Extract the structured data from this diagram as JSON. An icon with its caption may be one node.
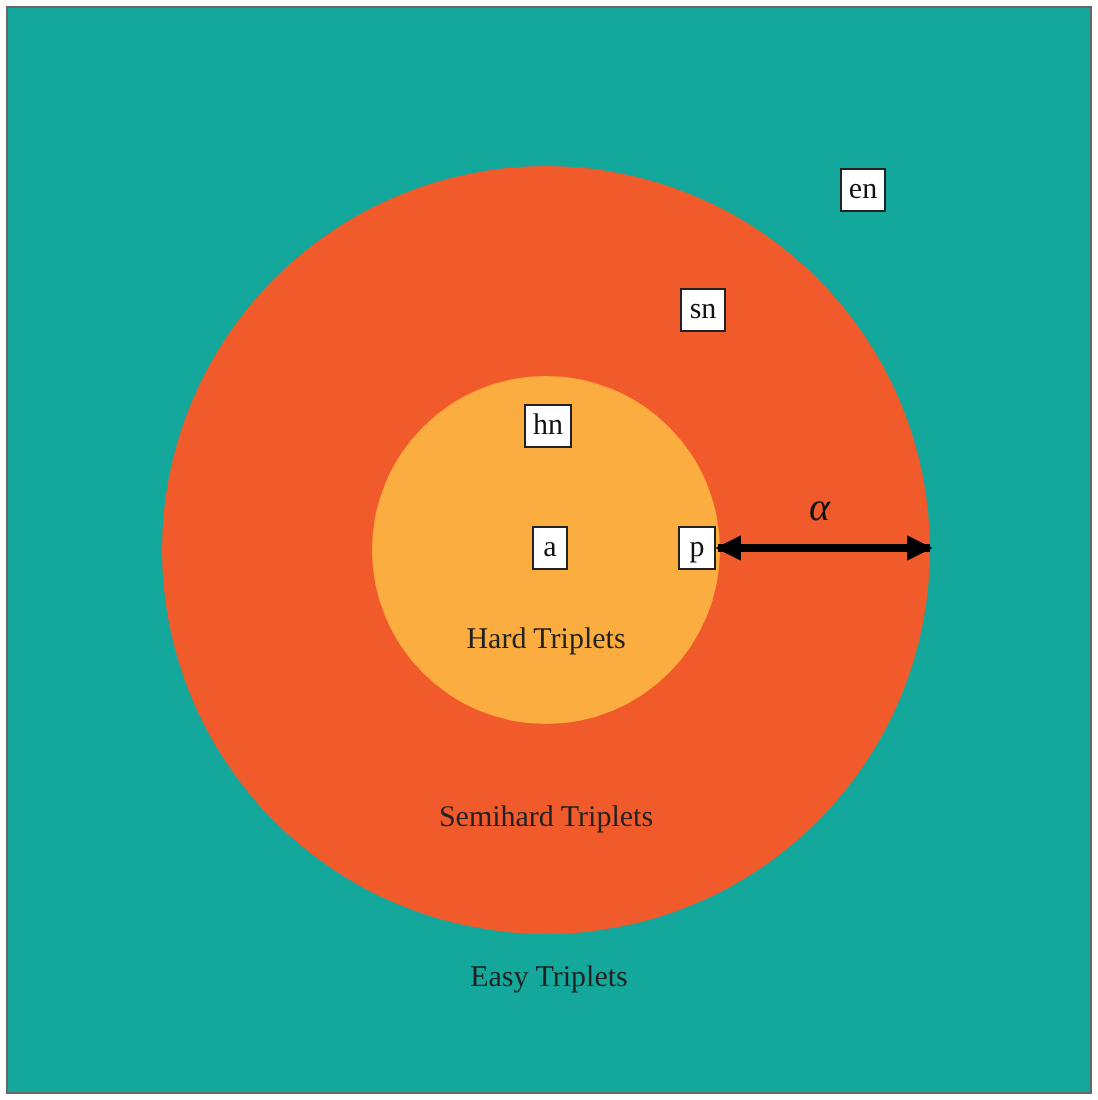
{
  "diagram": {
    "nodes": [
      {
        "text": [
          "Easy Triplets"
        ]
      },
      {
        "text": [
          "en"
        ],
        "in": 0
      },
      {
        "text": [
          "Semihard Triplets"
        ],
        "in": 0
      },
      {
        "text": [
          "sn"
        ],
        "in": 2
      },
      {
        "text": [
          "Hard Triplets"
        ],
        "in": 2
      },
      {
        "text": [
          "hn"
        ],
        "in": 4
      },
      {
        "text": [
          "a"
        ],
        "in": 4
      },
      {
        "text": [
          "p"
        ],
        "in": 4
      }
    ],
    "edges": [
      {
        "from": 7,
        "to": 2,
        "arrow": "both",
        "label": "α"
      }
    ]
  }
}
